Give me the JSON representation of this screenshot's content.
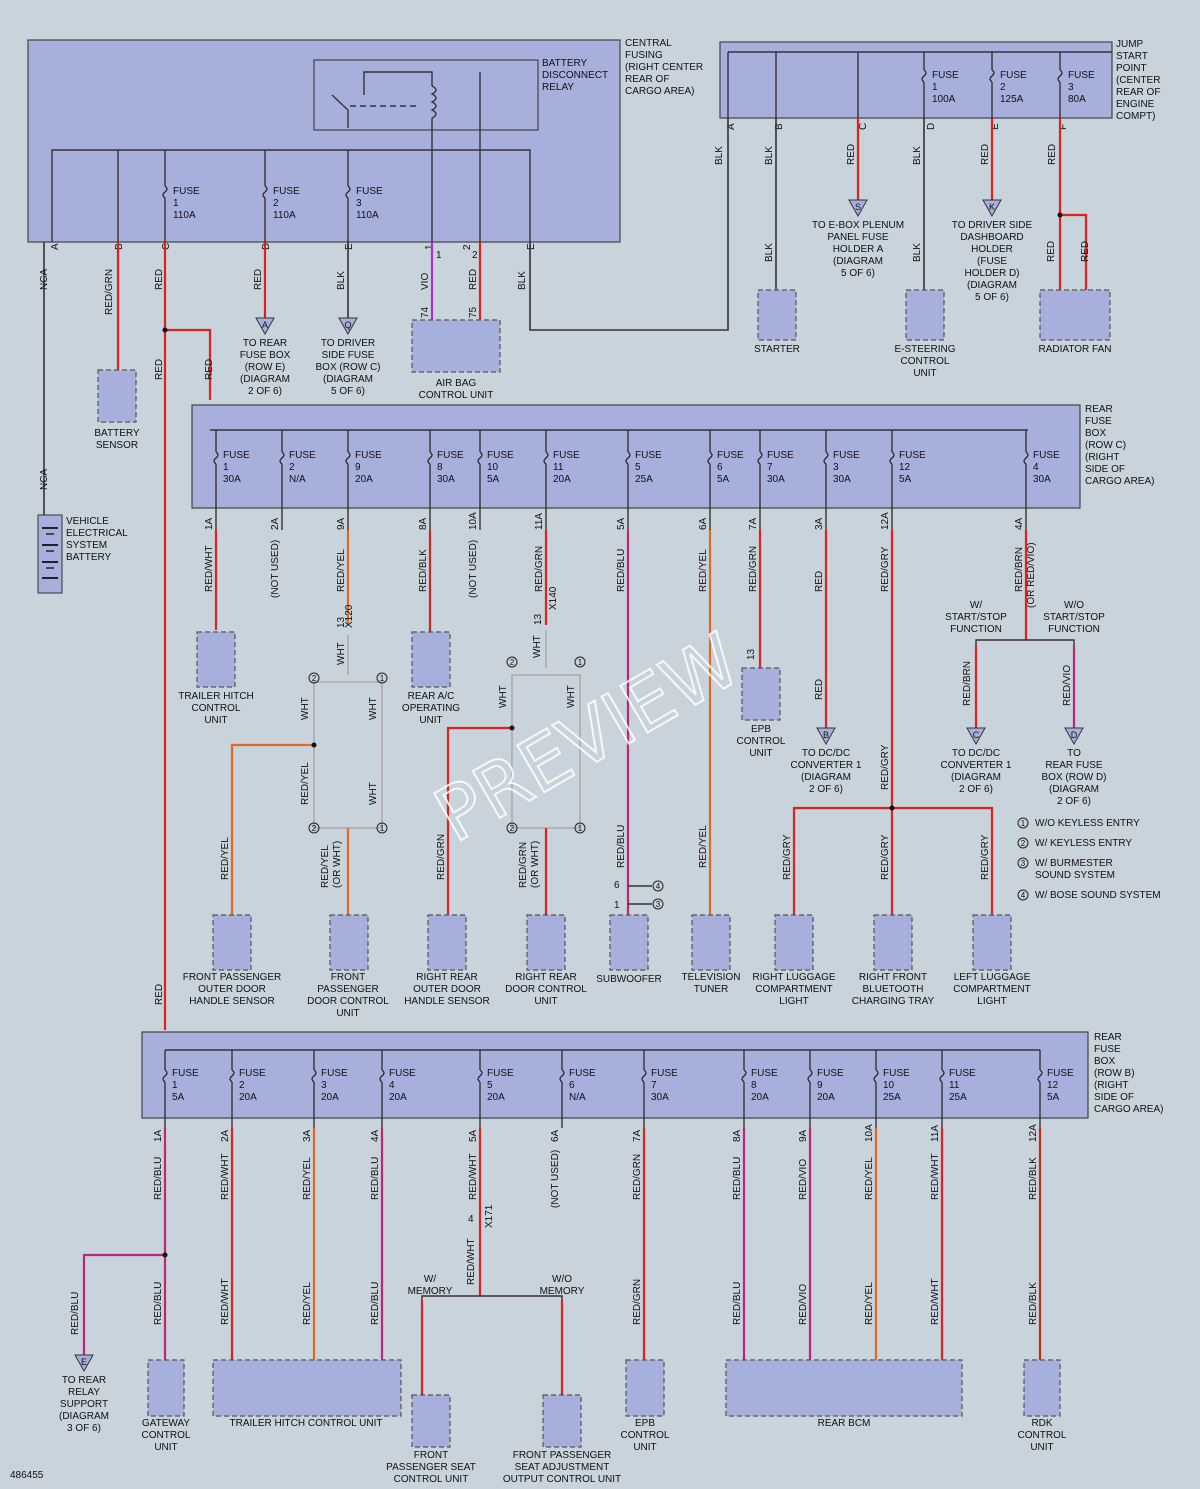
{
  "figure_id": "486455",
  "watermark": "PREVIEW",
  "central_fusing": {
    "label": [
      "CENTRAL",
      "FUSING",
      "(RIGHT CENTER",
      "REAR OF",
      "CARGO AREA)"
    ],
    "relay": [
      "BATTERY",
      "DISCONNECT",
      "RELAY"
    ],
    "fuses": [
      {
        "num": "1",
        "amp": "110A"
      },
      {
        "num": "2",
        "amp": "110A"
      },
      {
        "num": "3",
        "amp": "110A"
      }
    ],
    "pins": [
      "A",
      "B",
      "C",
      "D",
      "E",
      "1",
      "2",
      "E"
    ]
  },
  "jump_start": {
    "label": [
      "JUMP",
      "START",
      "POINT",
      "(CENTER",
      "REAR OF",
      "ENGINE",
      "COMPT)"
    ],
    "fuses": [
      {
        "num": "1",
        "amp": "100A"
      },
      {
        "num": "2",
        "amp": "125A"
      },
      {
        "num": "3",
        "amp": "80A"
      }
    ],
    "pins": [
      "A",
      "B",
      "C",
      "D",
      "E",
      "F"
    ]
  },
  "top_wires": {
    "nca1": "NCA",
    "redgrn": "RED/GRN",
    "red1": "RED",
    "red2": "RED",
    "blk1": "BLK",
    "vio": "VIO",
    "red3": "RED",
    "blk2": "BLK",
    "js_blk1": "BLK",
    "js_blk2": "BLK",
    "js_red1": "RED",
    "js_blk3": "BLK",
    "js_red2": "RED",
    "js_red3": "RED",
    "starter_blk": "BLK",
    "esteer_blk": "BLK",
    "fan_red1": "RED",
    "fan_red2": "RED",
    "nca2": "NCA",
    "red_main": "RED",
    "red_branch": "RED",
    "pin74": "74",
    "pin75": "75",
    "pin1": "1",
    "pin2": "2"
  },
  "top_refs": [
    {
      "id": "A",
      "text": [
        "TO REAR",
        "FUSE BOX",
        "(ROW E)",
        "(DIAGRAM",
        "2 OF 6)"
      ]
    },
    {
      "id": "Q",
      "text": [
        "TO DRIVER",
        "SIDE FUSE",
        "BOX (ROW C)",
        "(DIAGRAM",
        "5 OF 6)"
      ]
    },
    {
      "id": "S",
      "text": [
        "TO E-BOX PLENUM",
        "PANEL FUSE",
        "HOLDER A",
        "(DIAGRAM",
        "5 OF 6)"
      ]
    },
    {
      "id": "K",
      "text": [
        "TO DRIVER SIDE",
        "DASHBOARD",
        "HOLDER",
        "(FUSE",
        "HOLDER D)",
        "(DIAGRAM",
        "5 OF 6)"
      ]
    }
  ],
  "top_components": {
    "airbag": [
      "AIR BAG",
      "CONTROL UNIT"
    ],
    "starter": [
      "STARTER"
    ],
    "esteering": [
      "E-STEERING",
      "CONTROL",
      "UNIT"
    ],
    "radiator": [
      "RADIATOR FAN"
    ],
    "battery_sensor": [
      "BATTERY",
      "SENSOR"
    ],
    "battery": [
      "VEHICLE",
      "ELECTRICAL",
      "SYSTEM",
      "BATTERY"
    ]
  },
  "rear_c": {
    "label": [
      "REAR",
      "FUSE",
      "BOX",
      "(ROW C)",
      "(RIGHT",
      "SIDE OF",
      "CARGO AREA)"
    ],
    "fuses": [
      {
        "num": "1",
        "amp": "30A",
        "pin": "1A",
        "wire": "RED/WHT"
      },
      {
        "num": "2",
        "amp": "N/A",
        "pin": "2A",
        "wire": "(NOT USED)"
      },
      {
        "num": "9",
        "amp": "20A",
        "pin": "9A",
        "wire": "RED/YEL"
      },
      {
        "num": "8",
        "amp": "30A",
        "pin": "8A",
        "wire": "RED/BLK"
      },
      {
        "num": "10",
        "amp": "5A",
        "pin": "10A",
        "wire": "(NOT USED)"
      },
      {
        "num": "11",
        "amp": "20A",
        "pin": "11A",
        "wire": "RED/GRN"
      },
      {
        "num": "5",
        "amp": "25A",
        "pin": "5A",
        "wire": "RED/BLU"
      },
      {
        "num": "6",
        "amp": "5A",
        "pin": "6A",
        "wire": "RED/YEL"
      },
      {
        "num": "7",
        "amp": "30A",
        "pin": "7A",
        "wire": "RED/GRN"
      },
      {
        "num": "3",
        "amp": "30A",
        "pin": "3A",
        "wire": "RED"
      },
      {
        "num": "12",
        "amp": "5A",
        "pin": "12A",
        "wire": "RED/GRY"
      },
      {
        "num": "4",
        "amp": "30A",
        "pin": "4A",
        "wire": "RED/BRN",
        "wire_alt": "(OR RED/VIO)"
      }
    ]
  },
  "mid": {
    "x120": "X120",
    "x140": "X140",
    "p13a": "13",
    "p13b": "13",
    "wht": "WHT",
    "red_yel": "RED/YEL",
    "red_grn": "RED/GRN",
    "red_yel_or": "RED/YEL",
    "or_wht": "(OR WHT)",
    "red_grn_or": "RED/GRN",
    "or_wht2": "(OR WHT)",
    "red_blu": "RED/BLU",
    "red_yel2": "RED/YEL",
    "red_gry": "RED/GRY",
    "red": "RED",
    "red_brn": "RED/BRN",
    "red_vio": "RED/VIO",
    "w_ss": [
      "W/",
      "START/STOP",
      "FUNCTION"
    ],
    "wo_ss": [
      "W/O",
      "START/STOP",
      "FUNCTION"
    ],
    "pin13": "13",
    "pin6": "6",
    "pin1": "1"
  },
  "legend": [
    {
      "n": "1",
      "text": "W/O KEYLESS ENTRY"
    },
    {
      "n": "2",
      "text": "W/ KEYLESS ENTRY"
    },
    {
      "n": "3",
      "text": "W/ BURMESTER",
      "text2": "SOUND SYSTEM"
    },
    {
      "n": "4",
      "text": "W/ BOSE SOUND SYSTEM"
    }
  ],
  "mid_refs": [
    {
      "id": "B",
      "text": [
        "TO DC/DC",
        "CONVERTER 1",
        "(DIAGRAM",
        "2 OF 6)"
      ]
    },
    {
      "id": "C",
      "text": [
        "TO DC/DC",
        "CONVERTER 1",
        "(DIAGRAM",
        "2 OF 6)"
      ]
    },
    {
      "id": "D",
      "text": [
        "TO",
        "REAR FUSE",
        "BOX (ROW D)",
        "(DIAGRAM",
        "2 OF 6)"
      ]
    }
  ],
  "mid_components": {
    "trailer_hitch": [
      "TRAILER HITCH",
      "CONTROL",
      "UNIT"
    ],
    "rear_ac": [
      "REAR A/C",
      "OPERATING",
      "UNIT"
    ],
    "epb": [
      "EPB",
      "CONTROL",
      "UNIT"
    ],
    "fp_outer": [
      "FRONT PASSENGER",
      "OUTER DOOR",
      "HANDLE SENSOR"
    ],
    "fp_door": [
      "FRONT",
      "PASSENGER",
      "DOOR CONTROL",
      "UNIT"
    ],
    "rr_outer": [
      "RIGHT REAR",
      "OUTER DOOR",
      "HANDLE SENSOR"
    ],
    "rr_door": [
      "RIGHT REAR",
      "DOOR CONTROL",
      "UNIT"
    ],
    "subwoofer": [
      "SUBWOOFER"
    ],
    "tv": [
      "TELEVISION",
      "TUNER"
    ],
    "rlc": [
      "RIGHT LUGGAGE",
      "COMPARTMENT",
      "LIGHT"
    ],
    "bt": [
      "RIGHT FRONT",
      "BLUETOOTH",
      "CHARGING TRAY"
    ],
    "llc": [
      "LEFT LUGGAGE",
      "COMPARTMENT",
      "LIGHT"
    ]
  },
  "rear_b": {
    "label": [
      "REAR",
      "FUSE",
      "BOX",
      "(ROW B)",
      "(RIGHT",
      "SIDE OF",
      "CARGO AREA)"
    ],
    "fuses": [
      {
        "num": "1",
        "amp": "5A",
        "pin": "1A",
        "wire": "RED/BLU"
      },
      {
        "num": "2",
        "amp": "20A",
        "pin": "2A",
        "wire": "RED/WHT"
      },
      {
        "num": "3",
        "amp": "20A",
        "pin": "3A",
        "wire": "RED/YEL"
      },
      {
        "num": "4",
        "amp": "20A",
        "pin": "4A",
        "wire": "RED/BLU"
      },
      {
        "num": "5",
        "amp": "20A",
        "pin": "5A",
        "wire": "RED/WHT"
      },
      {
        "num": "6",
        "amp": "N/A",
        "pin": "6A",
        "wire": "(NOT USED)"
      },
      {
        "num": "7",
        "amp": "30A",
        "pin": "7A",
        "wire": "RED/GRN"
      },
      {
        "num": "8",
        "amp": "20A",
        "pin": "8A",
        "wire": "RED/BLU"
      },
      {
        "num": "9",
        "amp": "20A",
        "pin": "9A",
        "wire": "RED/VIO"
      },
      {
        "num": "10",
        "amp": "25A",
        "pin": "10A",
        "wire": "RED/YEL"
      },
      {
        "num": "11",
        "amp": "25A",
        "pin": "11A",
        "wire": "RED/WHT"
      },
      {
        "num": "12",
        "amp": "5A",
        "pin": "12A",
        "wire": "RED/BLK"
      }
    ]
  },
  "bottom": {
    "red_in": "RED",
    "red_blu_branch": "RED/BLU",
    "x171": "X171",
    "p4": "4",
    "red_wht_mem": "RED/WHT",
    "w_mem": [
      "W/",
      "MEMORY"
    ],
    "wo_mem": [
      "W/O",
      "MEMORY"
    ],
    "wires_low": [
      "RED/BLU",
      "RED/WHT",
      "RED/YEL",
      "RED/BLU",
      "RED/WHT",
      "RED/WHT",
      "RED/GRN",
      "RED/BLU",
      "RED/VIO",
      "RED/YEL",
      "RED/WHT",
      "RED/BLK"
    ]
  },
  "bottom_refs": [
    {
      "id": "E",
      "text": [
        "TO REAR",
        "RELAY",
        "SUPPORT",
        "(DIAGRAM",
        "3 OF 6)"
      ]
    }
  ],
  "bottom_components": {
    "gateway": [
      "GATEWAY",
      "CONTROL",
      "UNIT"
    ],
    "thc": [
      "TRAILER HITCH CONTROL UNIT"
    ],
    "fpseat": [
      "FRONT",
      "PASSENGER SEAT",
      "CONTROL UNIT"
    ],
    "fpseat_adj": [
      "FRONT PASSENGER",
      "SEAT ADJUSTMENT",
      "OUTPUT CONTROL UNIT"
    ],
    "epb": [
      "EPB",
      "CONTROL",
      "UNIT"
    ],
    "bcm": [
      "REAR BCM"
    ],
    "rdk": [
      "RDK",
      "CONTROL",
      "UNIT"
    ]
  }
}
